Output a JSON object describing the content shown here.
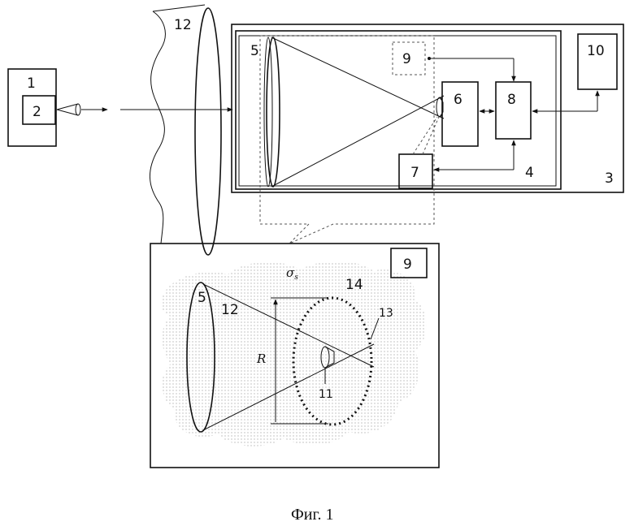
{
  "labels": {
    "n1": "1",
    "n2": "2",
    "n3": "3",
    "n4": "4",
    "n5_top": "5",
    "n6": "6",
    "n7": "7",
    "n8": "8",
    "n9_top": "9",
    "n10": "10",
    "n12_top": "12",
    "n9_inset": "9",
    "n5_inset": "5",
    "n12_inset": "12",
    "n13": "13",
    "n14": "14",
    "n11": "11",
    "r": "R",
    "sigma": "σ",
    "sigma_sub": "s"
  },
  "caption": "Фиг. 1"
}
